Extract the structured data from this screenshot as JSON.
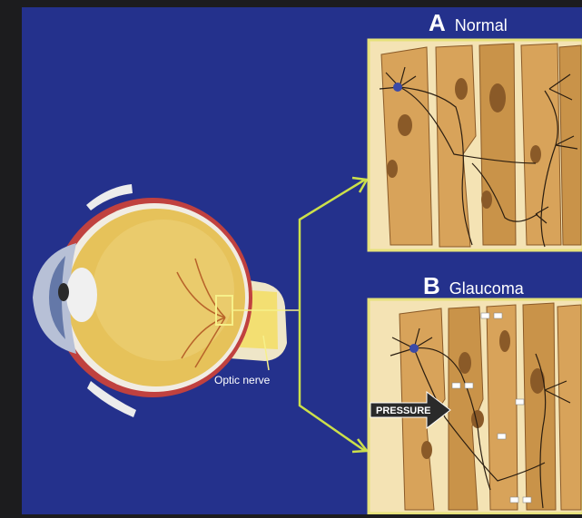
{
  "panel_a": {
    "letter": "A",
    "title": "Normal"
  },
  "panel_b": {
    "letter": "B",
    "title": "Glaucoma"
  },
  "labels": {
    "optic_nerve": "Optic nerve",
    "pressure": "PRESSURE"
  },
  "colors": {
    "background": "#24318c",
    "panel_border": "#e6e27a",
    "tissue": "#d8a35a",
    "tissue_dark": "#8a5a28",
    "panel_bg": "#f4e3b4",
    "eye_fill": "#e6c25a",
    "sclera_red": "#c0413f",
    "lens": "#f0f0f0"
  }
}
